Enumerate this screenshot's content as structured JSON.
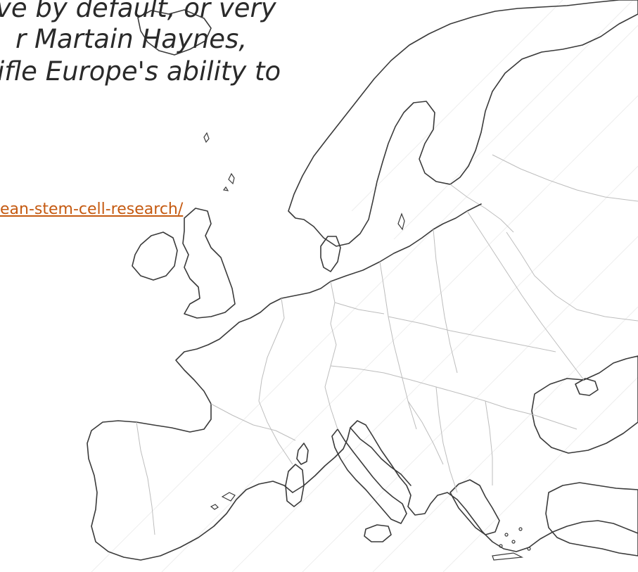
{
  "quote": {
    "line1": "ve by default, or very",
    "line2": "r Martain Haynes,",
    "line3": "ifle Europe's ability to"
  },
  "source_link": {
    "text": "ean-stem-cell-research/"
  },
  "colors": {
    "link": "#c55a11",
    "text": "#2a2a2a",
    "coastline": "#3a3a3a",
    "borders": "#bdbdbd",
    "background": "#ffffff"
  }
}
